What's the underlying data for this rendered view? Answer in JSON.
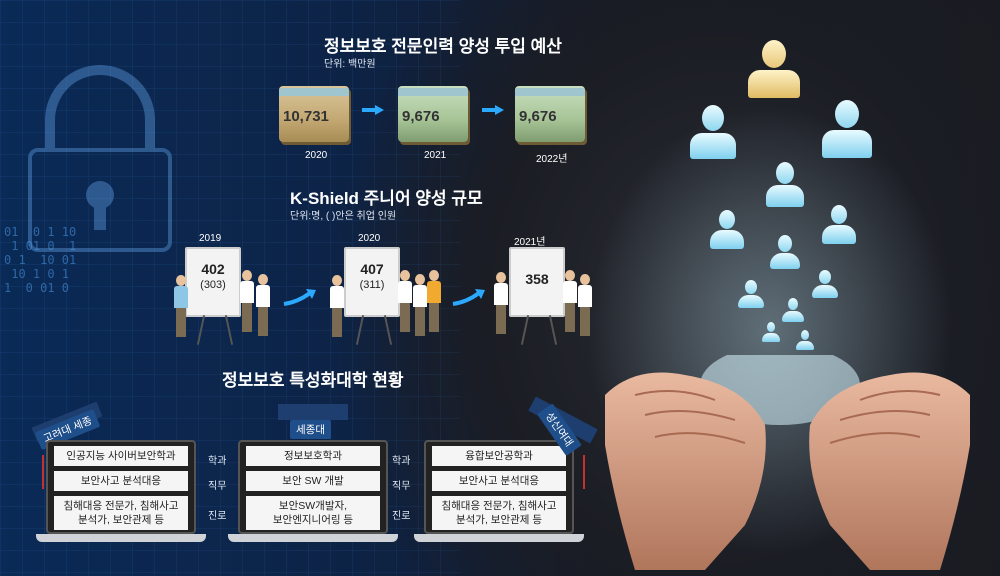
{
  "budget": {
    "title": "정보보호 전문인력 양성 투입 예산",
    "unit": "단위: 백만원",
    "items": [
      {
        "year": "2020",
        "value": "10,731"
      },
      {
        "year": "2021",
        "value": "9,676"
      },
      {
        "year": "2022년",
        "value": "9,676"
      }
    ]
  },
  "kshield": {
    "title": "K-Shield 주니어 양성 규모",
    "unit": "단위:명, ( )안은 취업 인원",
    "items": [
      {
        "year": "2019",
        "total": "402",
        "employed": "(303)"
      },
      {
        "year": "2020",
        "total": "407",
        "employed": "(311)"
      },
      {
        "year": "2021년",
        "total": "358",
        "employed": ""
      }
    ]
  },
  "universities": {
    "title": "정보보호 특성화대학 현황",
    "row_labels": {
      "dept": "학과",
      "duty": "직무",
      "career": "진로"
    },
    "items": [
      {
        "name": "고려대 세종",
        "dept": "인공지능 사이버보안학과",
        "duty": "보안사고 분석대응",
        "career_line1": "침해대응 전문가, 침해사고",
        "career_line2": "분석가, 보안관제 등"
      },
      {
        "name": "세종대",
        "dept": "정보보호학과",
        "duty": "보안 SW 개발",
        "career_line1": "보안SW개발자,",
        "career_line2": "보안엔지니어링 등"
      },
      {
        "name": "성신여대",
        "dept": "융합보안공학과",
        "duty": "보안사고 분석대응",
        "career_line1": "침해대응 전문가, 침해사고",
        "career_line2": "분석가, 보안관제 등"
      }
    ]
  },
  "colors": {
    "accent": "#2aa9ff",
    "title": "#ffffff",
    "glow": "#bfefff"
  },
  "icons": [
    "money-stack-icon",
    "arrow-right-icon",
    "whiteboard-icon",
    "person-icon",
    "graduation-cap-icon",
    "laptop-icon",
    "user-network-icon",
    "hands-icon"
  ]
}
